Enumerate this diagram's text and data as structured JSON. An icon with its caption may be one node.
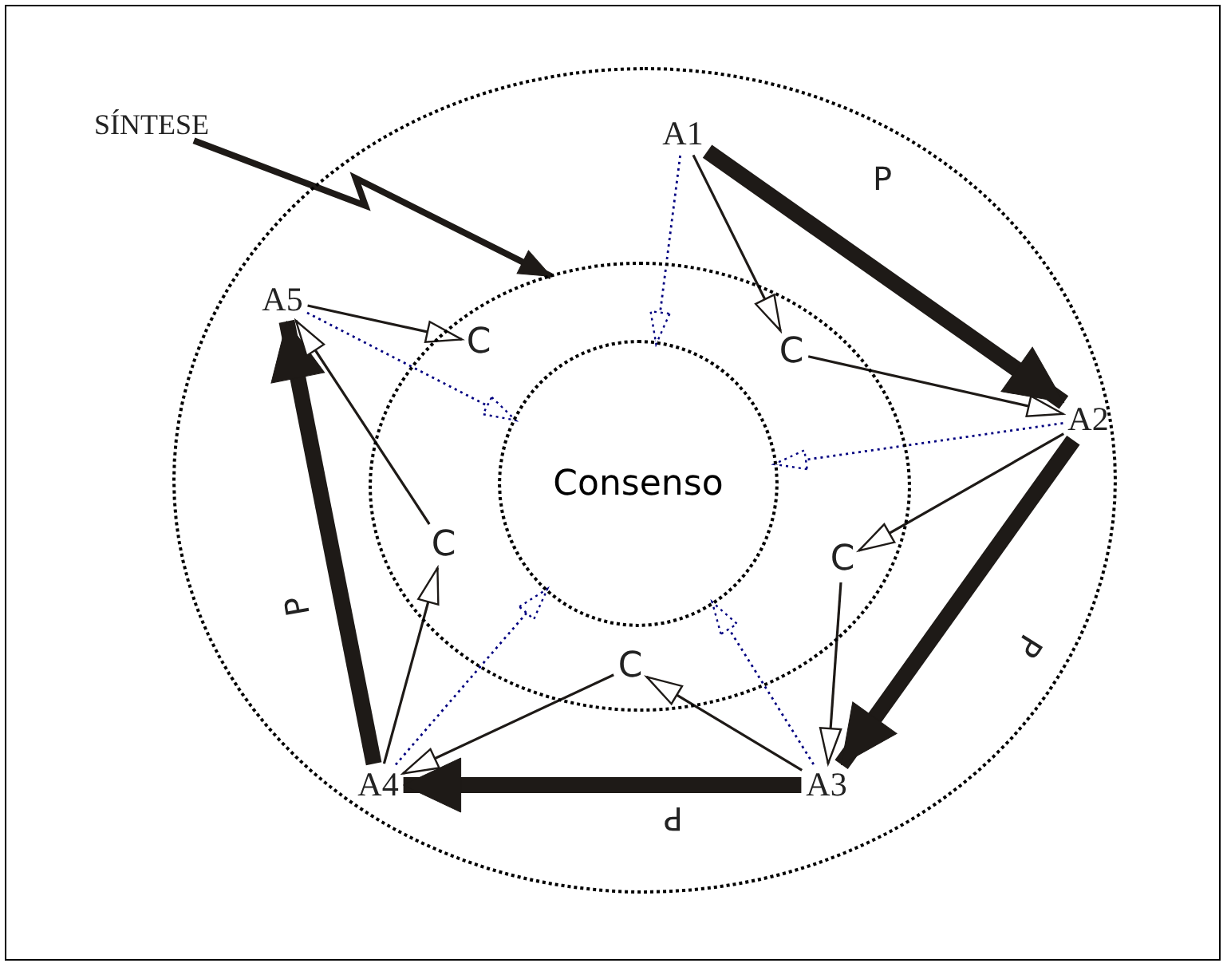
{
  "diagram": {
    "nodes": [
      {
        "text": [
          "SÍNTESE"
        ]
      },
      {
        "text": [],
        "shape": "circle"
      },
      {
        "text": [
          "A1"
        ],
        "in": 1
      },
      {
        "text": [
          "A5"
        ],
        "in": 1
      },
      {
        "text": [],
        "shape": "circle",
        "in": 1
      },
      {
        "text": [
          "C"
        ],
        "in": 4
      },
      {
        "text": [
          "C"
        ],
        "in": 4
      },
      {
        "text": [
          "A2"
        ],
        "in": 1
      },
      {
        "text": [
          "Consenso"
        ],
        "in": 4
      },
      {
        "text": [
          "C"
        ],
        "in": 4
      },
      {
        "text": [
          "C"
        ],
        "in": 4
      },
      {
        "text": [
          "C"
        ],
        "in": 4
      },
      {
        "text": [
          "A4"
        ],
        "in": 1
      },
      {
        "text": [
          "A3"
        ],
        "in": 1
      }
    ],
    "edges": [
      {
        "from": 0,
        "to": 4,
        "arrow": "to",
        "style": "thick"
      },
      {
        "from": 2,
        "to": 7,
        "arrow": "to",
        "label": "P",
        "style": "thick"
      },
      {
        "from": 7,
        "to": 13,
        "arrow": "to",
        "label": "P",
        "style": "thick"
      },
      {
        "from": 13,
        "to": 12,
        "arrow": "to",
        "label": "P",
        "style": "thick"
      },
      {
        "from": 12,
        "to": 3,
        "arrow": "to",
        "label": "P",
        "style": "thick"
      },
      {
        "from": 2,
        "to": 6,
        "arrow": "to"
      },
      {
        "from": 2,
        "to": 8,
        "arrow": "to",
        "style": "dashed",
        "color": "#000080"
      },
      {
        "from": 6,
        "to": 7,
        "arrow": "to"
      },
      {
        "from": 7,
        "to": 8,
        "arrow": "to",
        "style": "dashed",
        "color": "#000080"
      },
      {
        "from": 7,
        "to": 9,
        "arrow": "to"
      },
      {
        "from": 9,
        "to": 13,
        "arrow": "to"
      },
      {
        "from": 13,
        "to": 8,
        "arrow": "to",
        "style": "dashed",
        "color": "#000080"
      },
      {
        "from": 13,
        "to": 11,
        "arrow": "to"
      },
      {
        "from": 11,
        "to": 12,
        "arrow": "to"
      },
      {
        "from": 12,
        "to": 8,
        "arrow": "to",
        "style": "dashed",
        "color": "#000080"
      },
      {
        "from": 12,
        "to": 10,
        "arrow": "to"
      },
      {
        "from": 3,
        "to": 5,
        "arrow": "to"
      },
      {
        "from": 3,
        "to": 8,
        "arrow": "to",
        "style": "dashed",
        "color": "#000080"
      },
      {
        "from": 10,
        "to": 3,
        "arrow": "to"
      }
    ]
  }
}
